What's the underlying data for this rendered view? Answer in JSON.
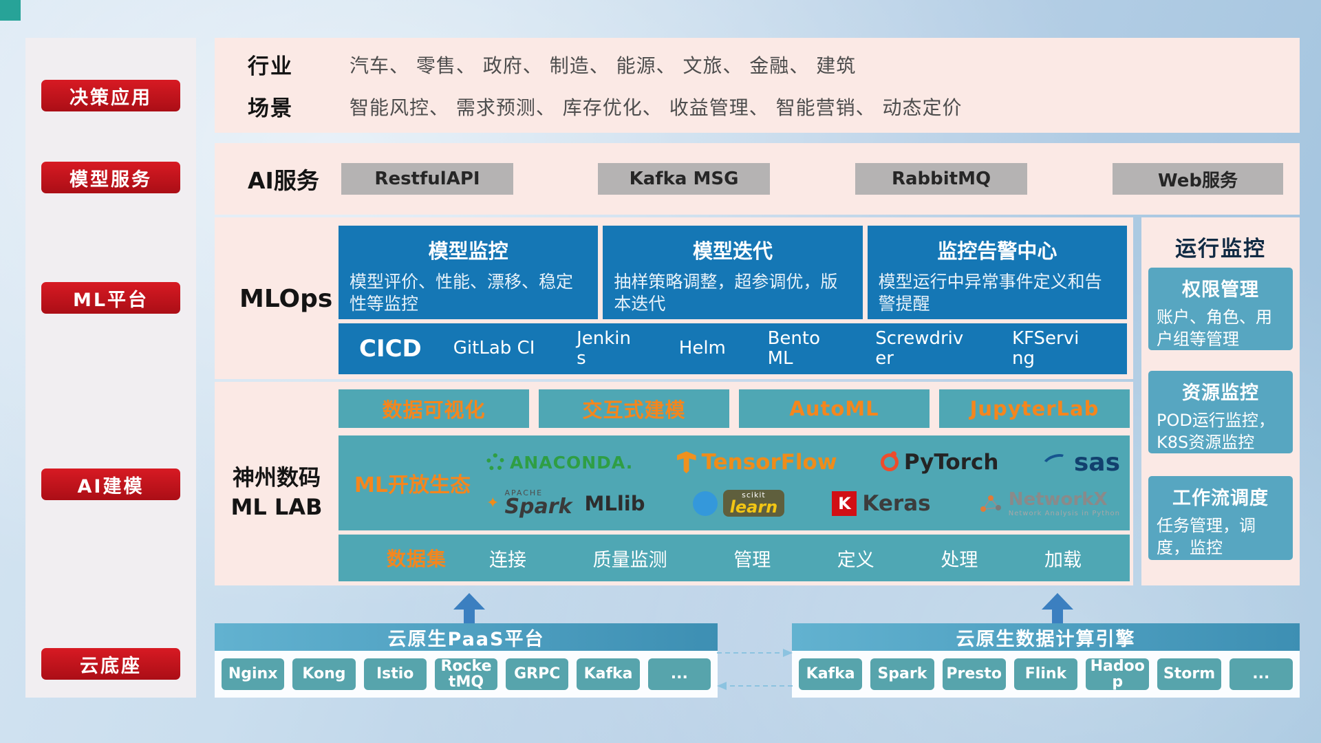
{
  "sidebar": {
    "items": [
      {
        "label": "决策应用"
      },
      {
        "label": "模型服务"
      },
      {
        "label": "ML平台"
      },
      {
        "label": "AI建模"
      },
      {
        "label": "云底座"
      }
    ]
  },
  "industry": {
    "rows": [
      {
        "label": "行业",
        "value": "汽车、 零售、 政府、 制造、 能源、 文旅、 金融、 建筑"
      },
      {
        "label": "场景",
        "value": "智能风控、 需求预测、 库存优化、 收益管理、 智能营销、 动态定价"
      }
    ]
  },
  "ai_service": {
    "label": "AI服务",
    "items": [
      "RestfulAPI",
      "Kafka MSG",
      "RabbitMQ",
      "Web服务"
    ]
  },
  "mlops": {
    "label": "MLOps",
    "cards": [
      {
        "title": "模型监控",
        "desc": "模型评价、性能、漂移、稳定性等监控"
      },
      {
        "title": "模型迭代",
        "desc": "抽样策略调整，超参调优，版本迭代"
      },
      {
        "title": "监控告警中心",
        "desc": "模型运行中异常事件定义和告警提醒"
      }
    ],
    "cicd_label": "CICD",
    "cicd_tools": [
      "GitLab CI",
      "Jenkins",
      "Helm",
      "BentoML",
      "Screwdriver",
      "KFServing"
    ]
  },
  "mllab": {
    "label_line1": "神州数码",
    "label_line2": "ML LAB",
    "features": [
      "数据可视化",
      "交互式建模",
      "AutoML",
      "JupyterLab"
    ],
    "ecosystem_label": "ML开放生态",
    "logos": {
      "anaconda": "ANACONDA.",
      "tensorflow": "TensorFlow",
      "pytorch": "PyTorch",
      "sas": "sas",
      "spark_apache": "APACHE",
      "spark": "Spark",
      "mllib": "MLlib",
      "sklearn_scikit": "scikit",
      "sklearn_learn": "learn",
      "keras_k": "K",
      "keras": "Keras",
      "networkx": "NetworkX",
      "networkx_sub": "Network Analysis in Python"
    },
    "dataset_label": "数据集",
    "dataset_items": [
      "连接",
      "质量监测",
      "管理",
      "定义",
      "处理",
      "加载"
    ]
  },
  "monitor": {
    "title": "运行监控",
    "cards": [
      {
        "title": "权限管理",
        "desc": "账户、角色、用户组等管理"
      },
      {
        "title": "资源监控",
        "desc": "POD运行监控，K8S资源监控"
      },
      {
        "title": "工作流调度",
        "desc": "任务管理，调度，监控"
      }
    ]
  },
  "bottom": {
    "paas_title": "云原生PaaS平台",
    "paas_items": [
      "Nginx",
      "Kong",
      "Istio",
      "RocketMQ",
      "GRPC",
      "Kafka",
      "..."
    ],
    "engine_title": "云原生数据计算引擎",
    "engine_items": [
      "Kafka",
      "Spark",
      "Presto",
      "Flink",
      "Hadoop",
      "Storm",
      "..."
    ]
  }
}
